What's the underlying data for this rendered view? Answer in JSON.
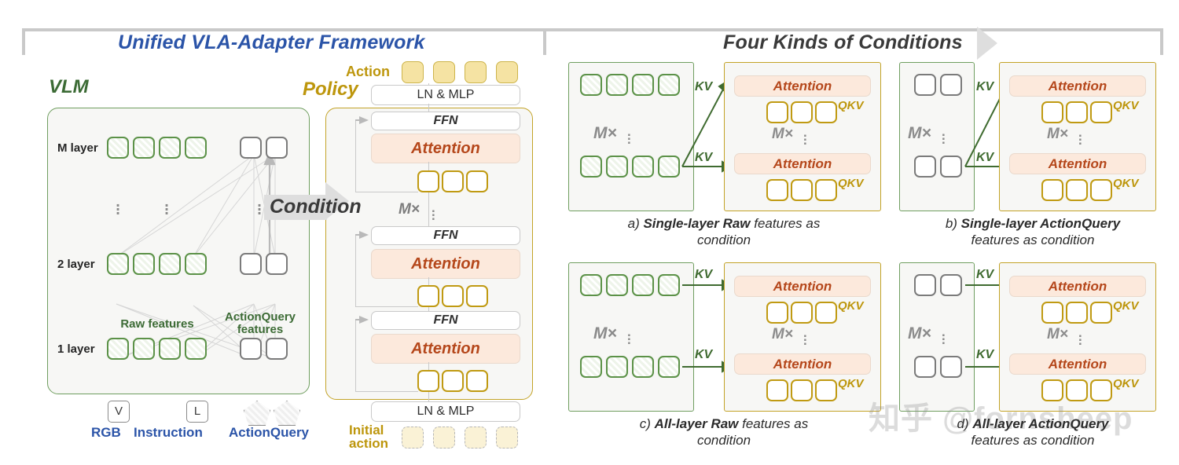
{
  "header": {
    "left_title": "Unified VLA-Adapter Framework",
    "right_title": "Four Kinds of Conditions"
  },
  "left_panel": {
    "vlm_label": "VLM",
    "policy_label": "Policy",
    "condition_arrow_label": "Condition",
    "layers": [
      {
        "label": "M layer",
        "raw_tokens": 4,
        "actionquery_tokens": 2
      },
      {
        "label": "2 layer",
        "raw_tokens": 4,
        "actionquery_tokens": 2
      },
      {
        "label": "1 layer",
        "raw_tokens": 4,
        "actionquery_tokens": 2
      }
    ],
    "group_labels": {
      "raw": "Raw features",
      "actionquery": "ActionQuery\nfeatures",
      "actionquery_line1": "ActionQuery",
      "actionquery_line2": "features"
    },
    "inputs": [
      {
        "glyph": "V",
        "label": "RGB"
      },
      {
        "glyph": "L",
        "label": "Instruction"
      },
      {
        "glyph": "pentagon",
        "label": "ActionQuery"
      }
    ],
    "policy": {
      "action_label": "Action",
      "action_tokens": 4,
      "top_mlp": "LN & MLP",
      "bottom_mlp": "LN & MLP",
      "initial_action_label_line1": "Initial",
      "initial_action_label_line2": "action",
      "initial_action_tokens": 4,
      "blocks": [
        {
          "ffn": "FFN",
          "attention": "Attention",
          "tokens": 3
        },
        {
          "ffn": "FFN",
          "attention": "Attention",
          "tokens": 3
        },
        {
          "ffn": "FFN",
          "attention": "Attention",
          "tokens": 3
        }
      ],
      "repeat_label": "M×"
    }
  },
  "right_panel": {
    "kv_label": "KV",
    "qkv_label": "QKV",
    "attention_label": "Attention",
    "repeat_label": "M×",
    "panels": [
      {
        "id": "a",
        "caption_prefix": "a) ",
        "caption_bold": "Single-layer Raw",
        "caption_rest": " features as",
        "caption_line2": "condition",
        "source_token_type": "raw",
        "source_tokens_per_row": 4
      },
      {
        "id": "b",
        "caption_prefix": "b) ",
        "caption_bold": "Single-layer ActionQuery",
        "caption_rest": "",
        "caption_line2": "features as condition",
        "source_token_type": "actionquery",
        "source_tokens_per_row": 2
      },
      {
        "id": "c",
        "caption_prefix": "c) ",
        "caption_bold": "All-layer Raw",
        "caption_rest": " features as",
        "caption_line2": "condition",
        "source_token_type": "raw",
        "source_tokens_per_row": 4
      },
      {
        "id": "d",
        "caption_prefix": "d) ",
        "caption_bold": "All-layer ActionQuery",
        "caption_rest": "",
        "caption_line2": "features as condition",
        "source_token_type": "actionquery",
        "source_tokens_per_row": 2
      }
    ]
  },
  "watermark": "知乎 @fornsheep",
  "colors": {
    "vlm_green": "#5c9248",
    "policy_gold": "#c3a327",
    "attention_bg": "#fce9dc",
    "attention_text": "#b5471b",
    "title_blue": "#2b54a8",
    "action_yellow": "#f5e3a3",
    "arrow_grey": "#dedede"
  }
}
